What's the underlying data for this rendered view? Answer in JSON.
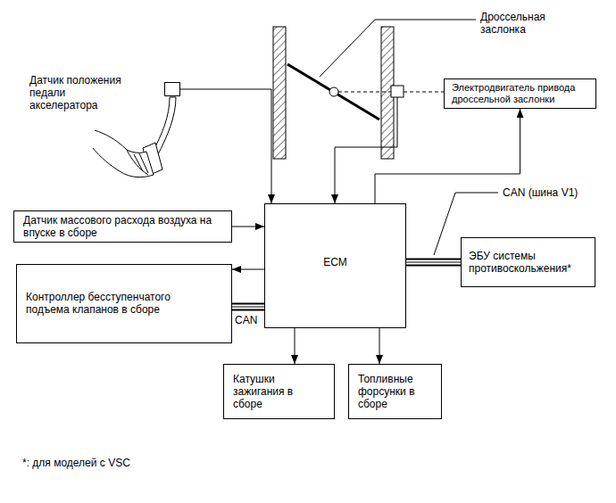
{
  "diagram": {
    "nodes": [
      {
        "text": [
          "Датчик положения педали акселератора"
        ]
      },
      {
        "text": [
          "Электродвигатель привода дроссельной заслонки"
        ]
      },
      {
        "text": [
          "Датчик массового расхода воздуха на впуске в сборе"
        ]
      },
      {
        "text": [
          "ECM"
        ]
      },
      {
        "text": [
          "ЭБУ системы противоскольжения*"
        ]
      },
      {
        "text": [
          "Контроллер бесступенчатого подъема клапанов в сборе"
        ]
      },
      {
        "text": [
          "Катушки зажигания в сборе"
        ]
      },
      {
        "text": [
          "Топливные форсунки в сборе"
        ]
      }
    ],
    "edges": [
      {
        "from": 0,
        "to": 3,
        "arrow": "to"
      },
      {
        "from": 3,
        "to": 1,
        "arrow": "to"
      },
      {
        "from": 2,
        "to": 3,
        "arrow": "to"
      },
      {
        "from": 3,
        "to": 4,
        "arrow": "none"
      },
      {
        "from": 3,
        "to": 5,
        "arrow": "to"
      },
      {
        "from": 3,
        "to": 5,
        "arrow": "none"
      },
      {
        "from": 3,
        "to": 6,
        "arrow": "to"
      },
      {
        "from": 3,
        "to": 7,
        "arrow": "to"
      }
    ],
    "labels": [
      "Дроссельная заслонка",
      "CAN (шина V1)",
      "CAN",
      "*: для моделей с VSC"
    ]
  }
}
